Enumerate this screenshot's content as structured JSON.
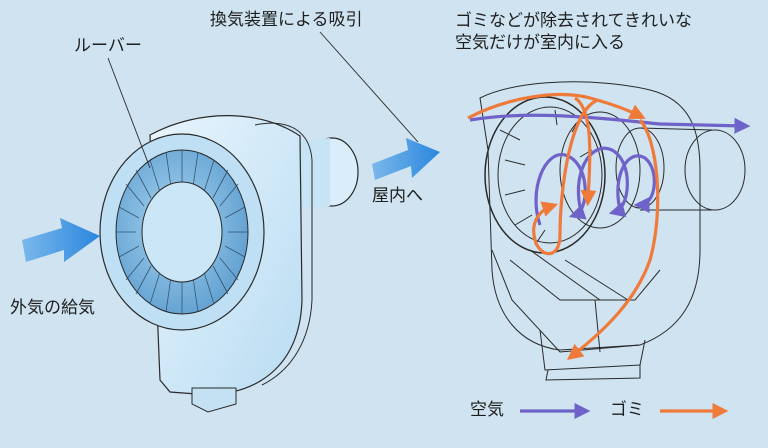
{
  "labels": {
    "louver": "ルーバー",
    "suction": "換気装置による吸引",
    "clean_line1": "ゴミなどが除去されてきれいな",
    "clean_line2": "空気だけが室内に入る",
    "indoor": "屋内へ",
    "intake": "外気の給気"
  },
  "legend": {
    "air": "空気",
    "dust": "ゴミ"
  },
  "colors": {
    "background": "#cfe3f0",
    "air_arrow": "#6f63c9",
    "dust_arrow": "#f07a3a",
    "flow_arrow": "#2f8de0",
    "device_body": "#d4ebf8",
    "louver_fill": "#84bfe6",
    "outline": "#2a2a2a"
  }
}
